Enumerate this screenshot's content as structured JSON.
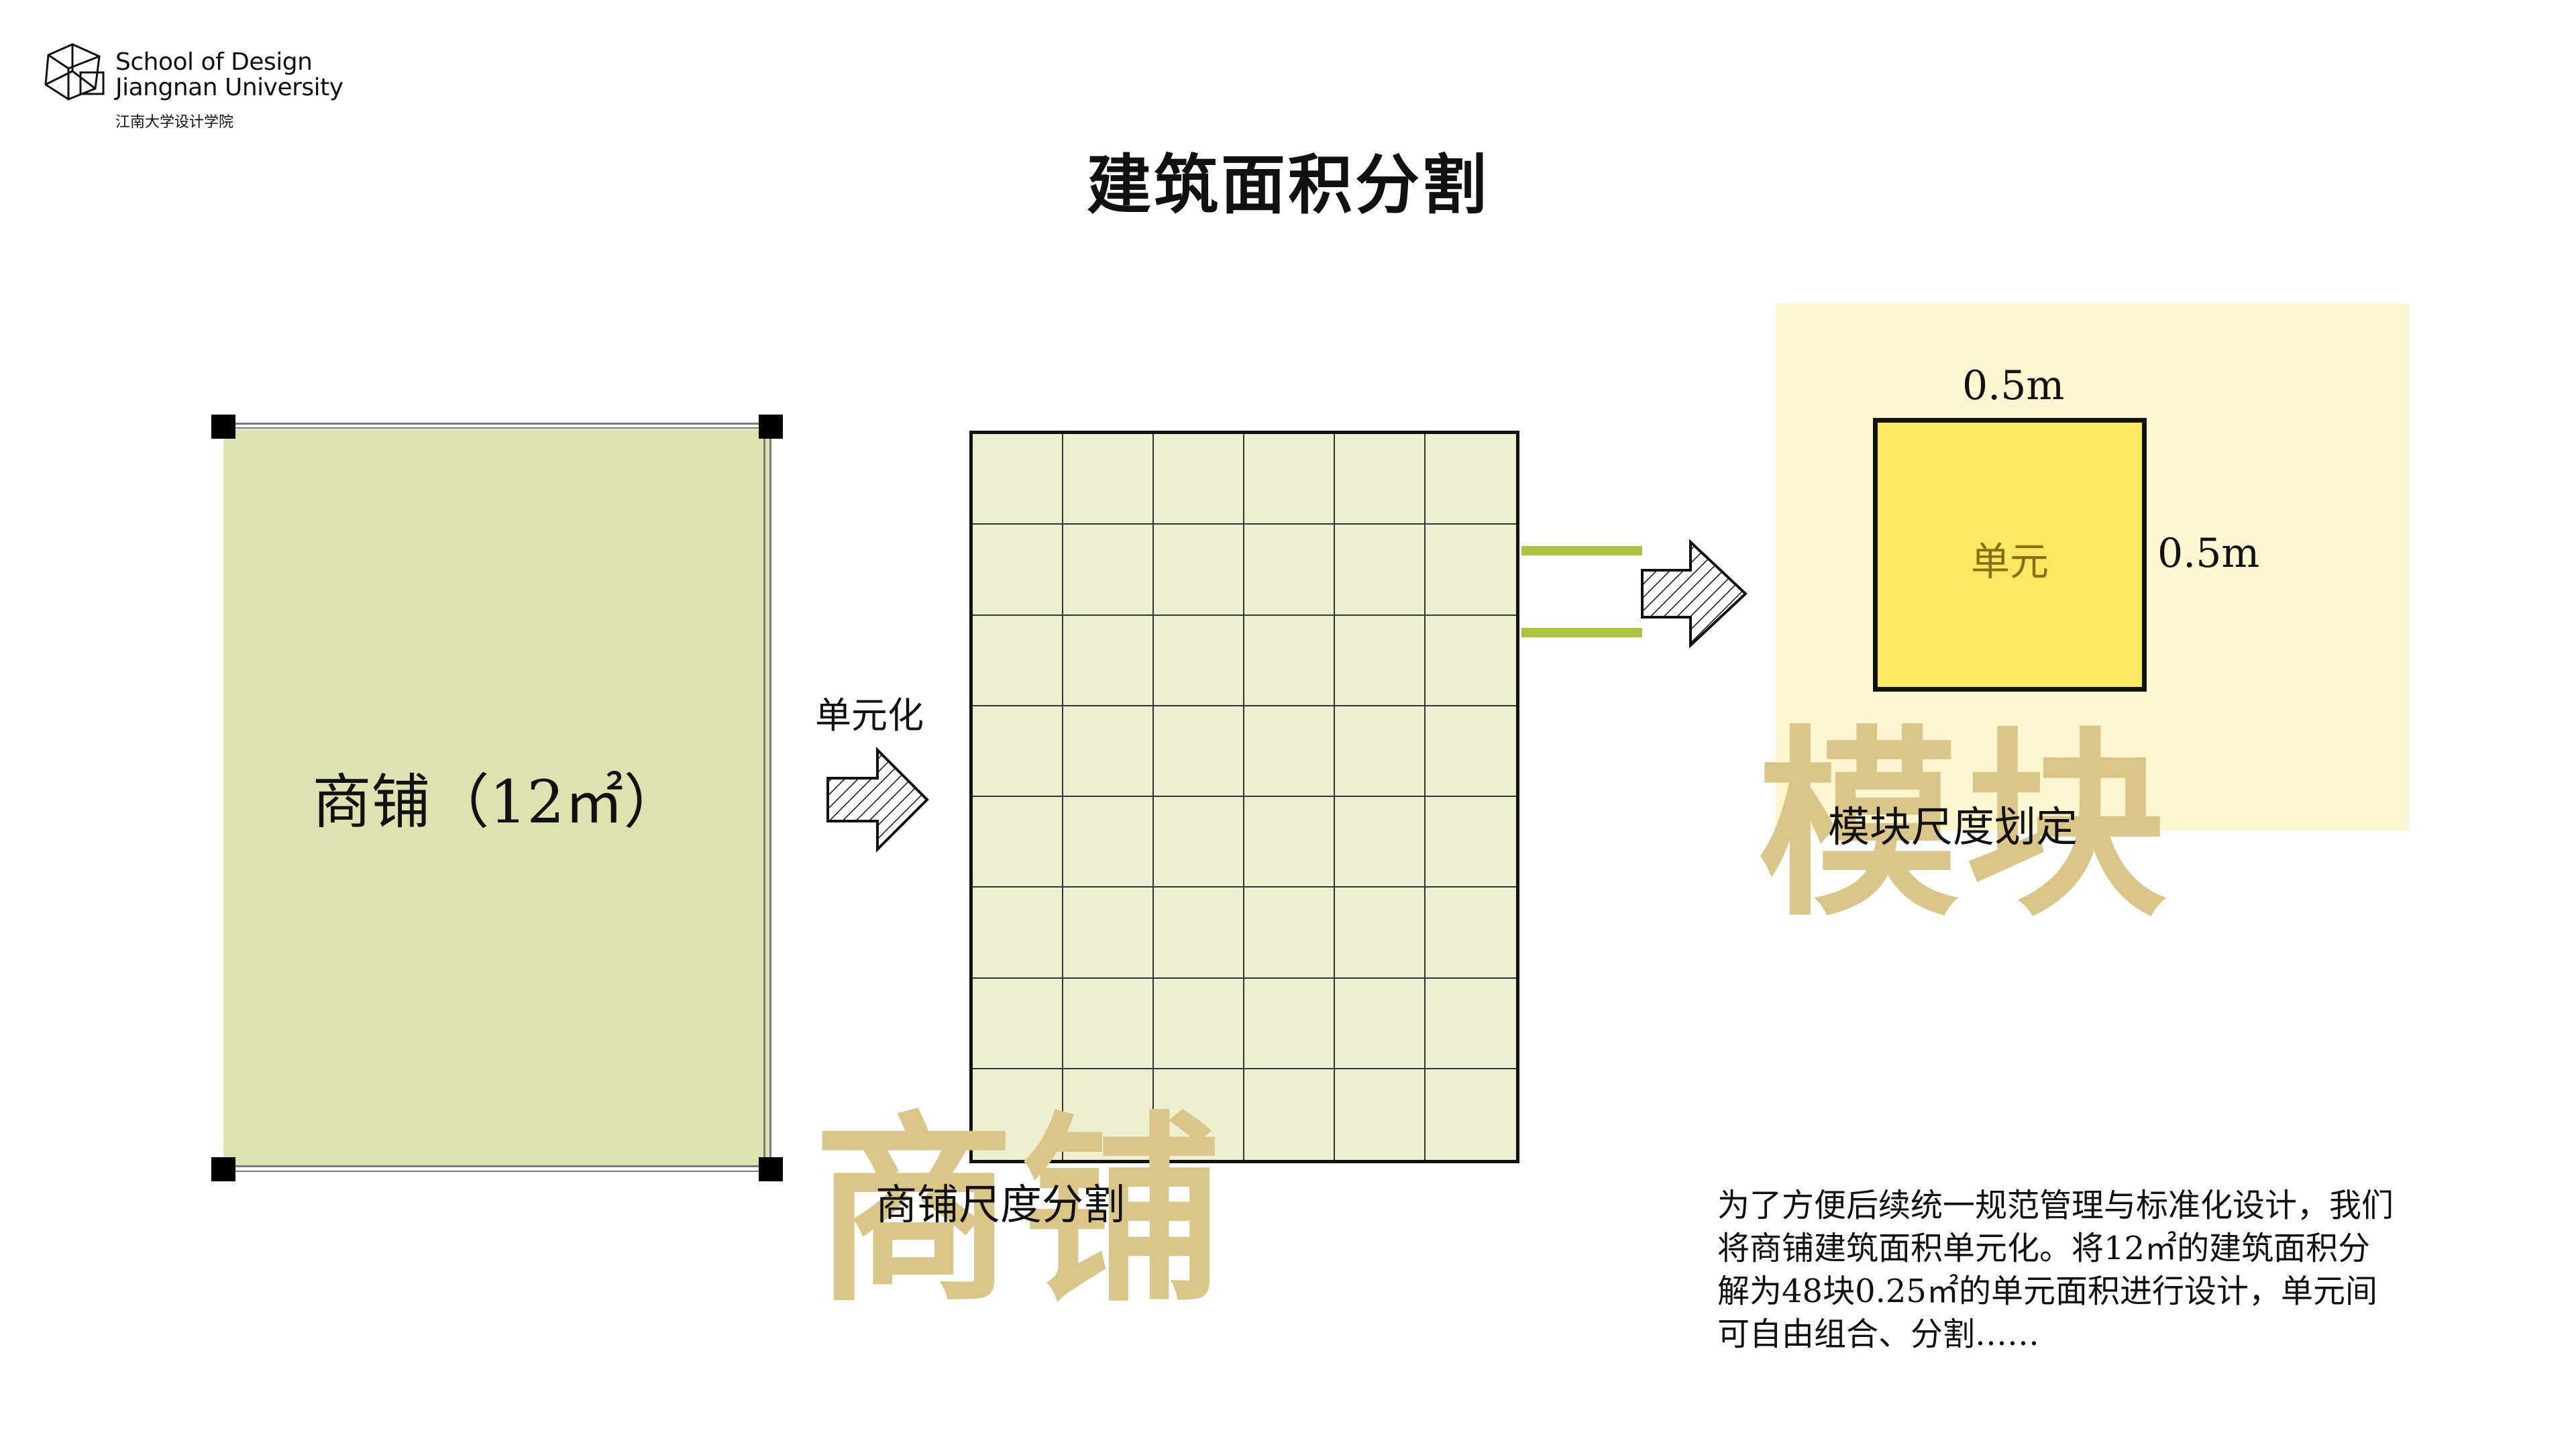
{
  "logo": {
    "line1": "School of Design",
    "line2": "Jiangnan University",
    "line3": "江南大学设计学院"
  },
  "title": "建筑面积分割",
  "shop": {
    "label": "商铺（12㎡）"
  },
  "arrow1": {
    "label": "单元化"
  },
  "grid": {
    "columns": 6,
    "rows": 8,
    "caption": "商铺尺度分割",
    "watermark": "商铺"
  },
  "module": {
    "unit_label": "单元",
    "dim_top": "0.5m",
    "dim_right": "0.5m",
    "caption": "模块尺度划定",
    "watermark": "模块"
  },
  "description": {
    "lines": [
      "为了方便后续统一规范管理与标准化设计，我们",
      "将商铺建筑面积单元化。将12㎡的建筑面积分",
      "解为48块0.25㎡的单元面积进行设计，单元间",
      "可自由组合、分割……"
    ]
  },
  "colors": {
    "shop_fill": "#dee2ae",
    "grid_fill": "#ecefd0",
    "unit_fill": "#fce85f",
    "module_bg": "#fdf6d0",
    "connector": "#a8c440",
    "watermark": "#d9c688"
  }
}
